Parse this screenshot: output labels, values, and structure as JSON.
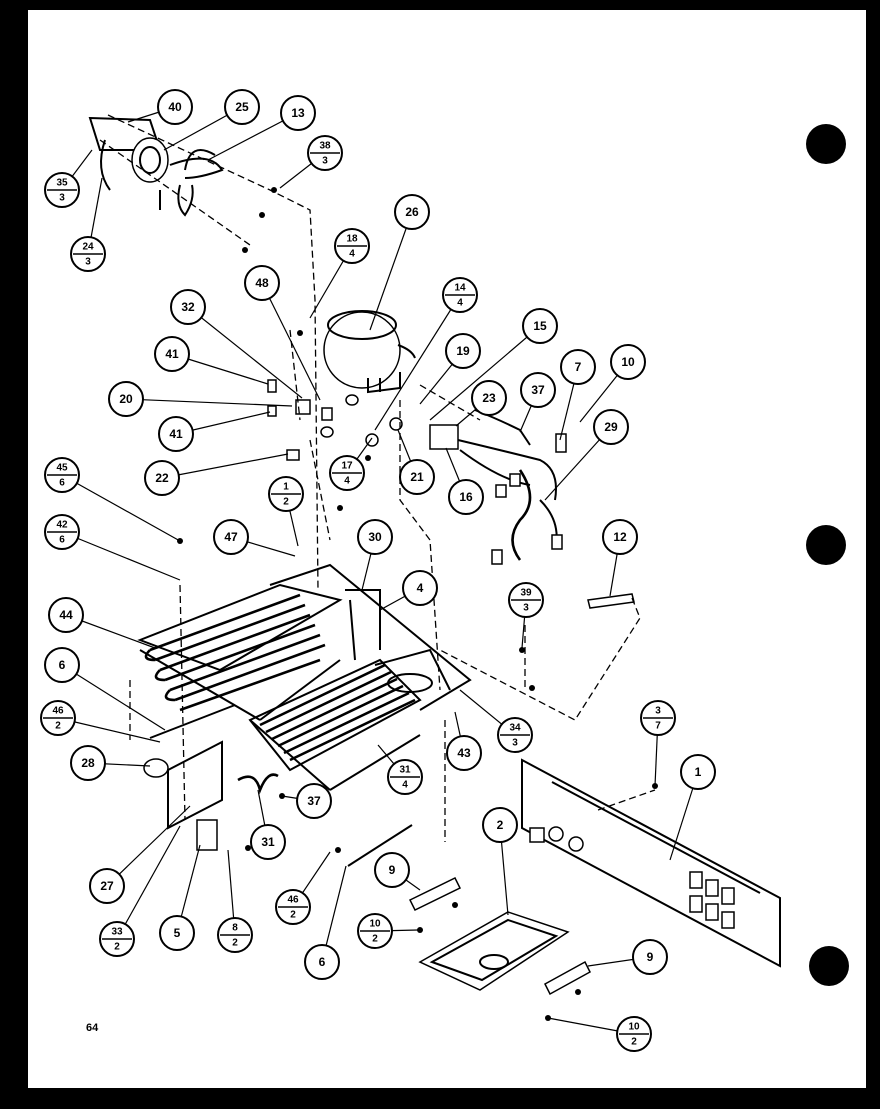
{
  "colors": {
    "ink": "#000000",
    "paper": "#ffffff",
    "border": "#000000"
  },
  "page_number": "64",
  "callouts": [
    {
      "id": "c40",
      "num": "40"
    },
    {
      "id": "c25",
      "num": "25"
    },
    {
      "id": "c13",
      "num": "13"
    },
    {
      "id": "c38",
      "num": "38",
      "sub": "3"
    },
    {
      "id": "c35",
      "num": "35",
      "sub": "3"
    },
    {
      "id": "c24",
      "num": "24",
      "sub": "3"
    },
    {
      "id": "c26",
      "num": "26"
    },
    {
      "id": "c18",
      "num": "18",
      "sub": "4"
    },
    {
      "id": "c48",
      "num": "48"
    },
    {
      "id": "c32",
      "num": "32"
    },
    {
      "id": "c14",
      "num": "14",
      "sub": "4"
    },
    {
      "id": "c15",
      "num": "15"
    },
    {
      "id": "c41a",
      "num": "41"
    },
    {
      "id": "c19",
      "num": "19"
    },
    {
      "id": "c7",
      "num": "7"
    },
    {
      "id": "c10a",
      "num": "10"
    },
    {
      "id": "c20",
      "num": "20"
    },
    {
      "id": "c37a",
      "num": "37"
    },
    {
      "id": "c23",
      "num": "23"
    },
    {
      "id": "c41b",
      "num": "41"
    },
    {
      "id": "c29",
      "num": "29"
    },
    {
      "id": "c17",
      "num": "17",
      "sub": "4"
    },
    {
      "id": "c21",
      "num": "21"
    },
    {
      "id": "c22",
      "num": "22"
    },
    {
      "id": "c16",
      "num": "16"
    },
    {
      "id": "c45",
      "num": "45",
      "sub": "6"
    },
    {
      "id": "c1a",
      "num": "1",
      "sub": "2"
    },
    {
      "id": "c42",
      "num": "42",
      "sub": "6"
    },
    {
      "id": "c47",
      "num": "47"
    },
    {
      "id": "c30",
      "num": "30"
    },
    {
      "id": "c12",
      "num": "12"
    },
    {
      "id": "c4",
      "num": "4"
    },
    {
      "id": "c39",
      "num": "39",
      "sub": "3"
    },
    {
      "id": "c44",
      "num": "44"
    },
    {
      "id": "c6a",
      "num": "6"
    },
    {
      "id": "c46a",
      "num": "46",
      "sub": "2"
    },
    {
      "id": "c34",
      "num": "34",
      "sub": "3"
    },
    {
      "id": "c3",
      "num": "3",
      "sub": "7"
    },
    {
      "id": "c1",
      "num": "1"
    },
    {
      "id": "c43",
      "num": "43"
    },
    {
      "id": "c28",
      "num": "28"
    },
    {
      "id": "c31b",
      "num": "31",
      "sub": "4"
    },
    {
      "id": "c37b",
      "num": "37"
    },
    {
      "id": "c31",
      "num": "31"
    },
    {
      "id": "c2",
      "num": "2"
    },
    {
      "id": "c27",
      "num": "27"
    },
    {
      "id": "c46b",
      "num": "46",
      "sub": "2"
    },
    {
      "id": "c9a",
      "num": "9"
    },
    {
      "id": "c33",
      "num": "33",
      "sub": "2"
    },
    {
      "id": "c5",
      "num": "5"
    },
    {
      "id": "c8",
      "num": "8",
      "sub": "2"
    },
    {
      "id": "c10b",
      "num": "10",
      "sub": "2"
    },
    {
      "id": "c6b",
      "num": "6"
    },
    {
      "id": "c9b",
      "num": "9"
    },
    {
      "id": "c10c",
      "num": "10",
      "sub": "2"
    }
  ]
}
